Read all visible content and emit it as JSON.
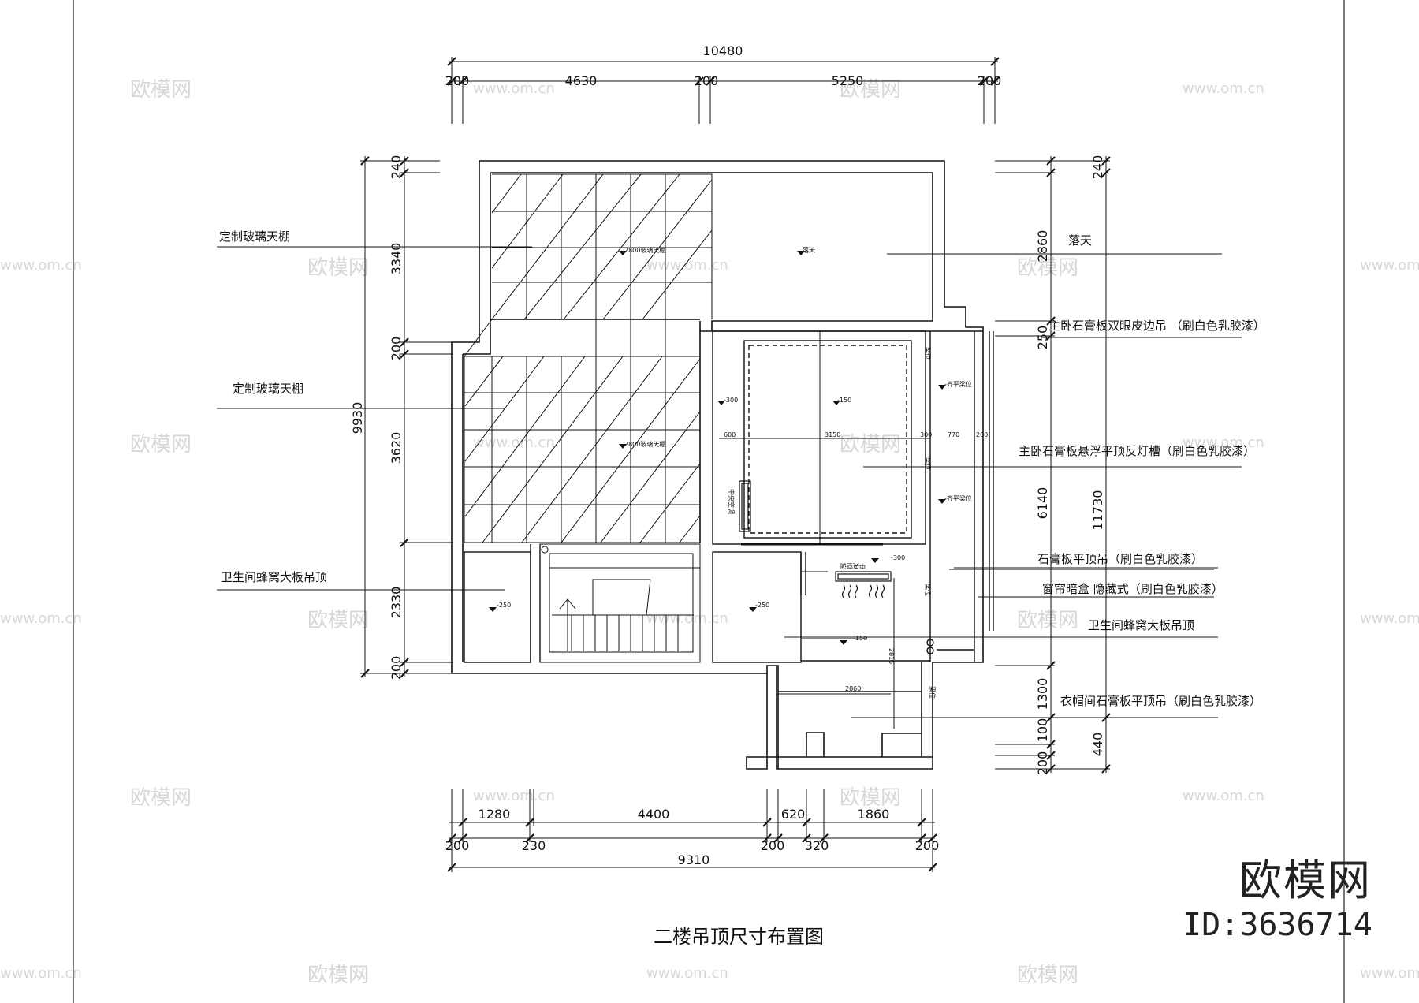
{
  "drawing": {
    "title": "二楼吊顶尺寸布置图",
    "top_dims": {
      "total": "10480",
      "parts": [
        "200",
        "4630",
        "200",
        "5250",
        "200"
      ]
    },
    "bottom_dims": {
      "upper": [
        "1280",
        "4400",
        "620",
        "1860"
      ],
      "lower": [
        "200",
        "230",
        "200",
        "320",
        "200"
      ],
      "total": "9310"
    },
    "left_dims": {
      "total": "9930",
      "parts": [
        "240",
        "3340",
        "200",
        "3620",
        "2330",
        "200"
      ]
    },
    "right_dims": {
      "inner": [
        "2860",
        "250",
        "6140",
        "1300",
        "100",
        "200"
      ],
      "outer": [
        "240",
        "11730",
        "440"
      ]
    },
    "callouts_left": [
      "定制玻璃天棚",
      "定制玻璃天棚",
      "卫生间蜂窝大板吊顶"
    ],
    "callouts_right": [
      "落天",
      "主卧石膏板双眼皮边吊 （刷白色乳胶漆）",
      "主卧石膏板悬浮平顶反灯槽（刷白色乳胶漆）",
      "石膏板平顶吊（刷白色乳胶漆）",
      "窗帘暗盒 隐藏式（刷白色乳胶漆）",
      "卫生间蜂窝大板吊顶",
      "衣帽间石膏板平顶吊（刷白色乳胶漆）"
    ],
    "room_marks": {
      "glass_top": "2800玻璃天棚",
      "glass_mid": "2800玻璃天棚",
      "open_sky": "落天",
      "m300": "-300",
      "m150": "-150",
      "flush_a": "-齐平梁位",
      "flush_b": "-齐平梁位",
      "bath_left": "-250",
      "bath_right": "-250",
      "m300b": "-300",
      "m150b": "-150",
      "ac_left": "中央空调",
      "ac_right": "中央空调",
      "d600": "600",
      "d3150": "3150",
      "d300": "300",
      "d770": "770",
      "d200": "200",
      "d2860": "2860",
      "d2815": "2815",
      "beam1": "梁位",
      "beam2": "梁位",
      "beam3": "梁位",
      "beam4": "梁位"
    }
  },
  "watermark": {
    "brand": "欧模网",
    "url": "www.om.cn"
  },
  "branding": {
    "name": "欧模网",
    "id": "ID:3636714"
  }
}
